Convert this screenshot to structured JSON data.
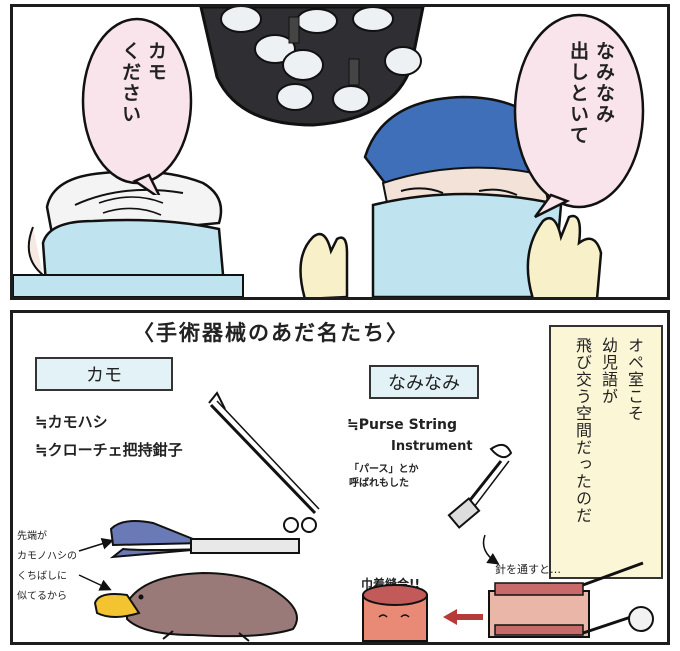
{
  "panel1": {
    "bubble_left": "カモ\nください",
    "bubble_right": "なみなみ\n出しといて"
  },
  "panel2": {
    "heading": "〈手術器械のあだ名たち〉",
    "kamo_box": "カモ",
    "kamo_aka1": "≒カモハシ",
    "kamo_aka2": "≒クローチェ把持鉗子",
    "nami_box": "なみなみ",
    "nami_aka1": "≒Purse String",
    "nami_aka2": "Instrument",
    "nami_note": "「パース」とか\n呼ばれもした",
    "side_note": "オペ室こそ\n幼児語が\n飛び交う空間だったのだ",
    "beak_note": "先端が\nカモノハシの\nくちばしに\n似てるから",
    "tobacco_label": "巾着縫合!!",
    "needle_label": "針を通すと…"
  },
  "colors": {
    "bubble_pink": "#f8e4ea",
    "label_blue": "#e2f2f7",
    "note_yellow": "#fbf6d6",
    "cap_blue": "#3f6fb8",
    "mask_blue": "#bfe4f0",
    "glove_yellow": "#f7f0c8",
    "platypus": "#9a7a78",
    "beak": "#f4c430",
    "arrow_red": "#b53b3b"
  }
}
